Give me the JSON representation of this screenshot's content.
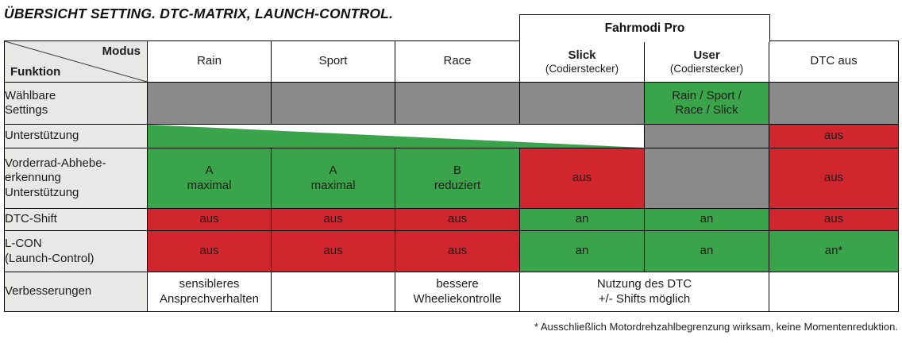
{
  "title": "ÜBERSICHT SETTING. DTC-MATRIX, LAUNCH-CONTROL.",
  "footnote": "* Ausschließlich Motordrehzahlbegrenzung wirksam, keine Momentenreduktion.",
  "colors": {
    "green": "#3aa44a",
    "red": "#d2262e",
    "gray": "#8a8a8a",
    "white": "#ffffff",
    "label_bg": "#e8e8e6",
    "border": "#000000"
  },
  "header": {
    "modus": "Modus",
    "funktion": "Funktion",
    "group": "Fahrmodi Pro",
    "columns": [
      {
        "label": "Rain",
        "sub": ""
      },
      {
        "label": "Sport",
        "sub": ""
      },
      {
        "label": "Race",
        "sub": ""
      },
      {
        "label": "Slick",
        "sub": "(Codierstecker)"
      },
      {
        "label": "User",
        "sub": "(Codierstecker)"
      },
      {
        "label": "DTC aus",
        "sub": ""
      }
    ]
  },
  "rows": [
    {
      "label": "Wählbare\nSettings",
      "cells": [
        {
          "text": "",
          "bg": "gray"
        },
        {
          "text": "",
          "bg": "gray"
        },
        {
          "text": "",
          "bg": "gray"
        },
        {
          "text": "",
          "bg": "gray"
        },
        {
          "text": "Rain / Sport /\nRace / Slick",
          "bg": "green"
        },
        {
          "text": "",
          "bg": "gray"
        }
      ]
    },
    {
      "label": "Unterstützung",
      "cells": [
        {
          "text": "",
          "bg": "wedge",
          "span": 4
        },
        {
          "text": "",
          "bg": "gray"
        },
        {
          "text": "aus",
          "bg": "red"
        }
      ]
    },
    {
      "label": "Vorderrad-Abhebe-\nerkennung\nUnterstützung",
      "cells": [
        {
          "text": "A\nmaximal",
          "bg": "green"
        },
        {
          "text": "A\nmaximal",
          "bg": "green"
        },
        {
          "text": "B\nreduziert",
          "bg": "green"
        },
        {
          "text": "aus",
          "bg": "red"
        },
        {
          "text": "",
          "bg": "gray"
        },
        {
          "text": "aus",
          "bg": "red"
        }
      ]
    },
    {
      "label": "DTC-Shift",
      "cells": [
        {
          "text": "aus",
          "bg": "red"
        },
        {
          "text": "aus",
          "bg": "red"
        },
        {
          "text": "aus",
          "bg": "red"
        },
        {
          "text": "an",
          "bg": "green"
        },
        {
          "text": "an",
          "bg": "green"
        },
        {
          "text": "aus",
          "bg": "red"
        }
      ]
    },
    {
      "label": "L-CON\n(Launch-Control)",
      "cells": [
        {
          "text": "aus",
          "bg": "red"
        },
        {
          "text": "aus",
          "bg": "red"
        },
        {
          "text": "aus",
          "bg": "red"
        },
        {
          "text": "an",
          "bg": "green"
        },
        {
          "text": "an",
          "bg": "green"
        },
        {
          "text": "an*",
          "bg": "green"
        }
      ]
    },
    {
      "label": "Verbesserungen",
      "cells": [
        {
          "text": "sensibleres\nAnsprechverhalten",
          "bg": "white"
        },
        {
          "text": "",
          "bg": "white"
        },
        {
          "text": "bessere\nWheeliekontrolle",
          "bg": "white"
        },
        {
          "text": "Nutzung des DTC\n+/- Shifts möglich",
          "bg": "white",
          "span": 2
        },
        {
          "text": "",
          "bg": "white"
        }
      ]
    }
  ]
}
